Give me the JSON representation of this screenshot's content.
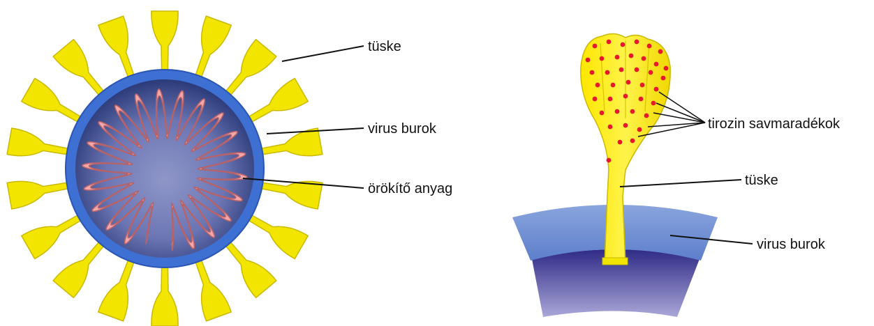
{
  "left_virus": {
    "labels": {
      "spike": "tüske",
      "envelope": "virus burok",
      "genome": "örökítő anyag"
    }
  },
  "right_spike": {
    "labels": {
      "tyrosine": "tirozin savmaradékok",
      "spike": "tüske",
      "envelope": "virus burok"
    }
  },
  "colors": {
    "spike_yellow": "#f2e600",
    "spike_edge": "#c9b800",
    "envelope_blue": "#3e6fd3",
    "inner_dark": "#1f2f6e",
    "inner_light": "#a4acd6",
    "genome_pink": "#f4a6a8",
    "genome_edge": "#b4636b",
    "tyrosine_dot": "#e8172a",
    "layer_light": "#6f8fd0",
    "layer_dark": "#4a46a0",
    "leader_line": "#111111"
  }
}
